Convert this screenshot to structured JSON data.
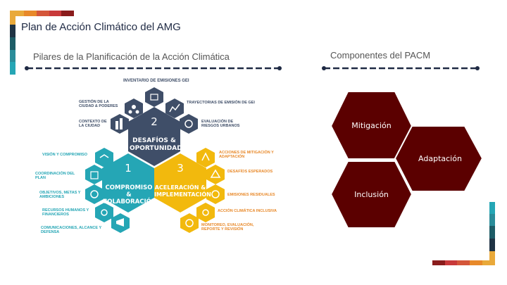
{
  "header": {
    "title": "Plan de Acción Climático del AMG"
  },
  "left_section": {
    "heading": "Pilares de la Planificación de la Acción Climática",
    "diagram": {
      "top_label": "INVENTARIO DE EMISIONES GEI",
      "pillar_2": {
        "number": "2",
        "title_line1": "DESAFÍOS &",
        "title_line2": "OPORTUNIDADES"
      },
      "pillar_1": {
        "number": "1",
        "title_line1": "COMPROMISO &",
        "title_line2": "COLABORACIÓN"
      },
      "pillar_3": {
        "number": "3",
        "title_line1": "ACELERACIÓN &",
        "title_line2": "IMPLEMENTACIÓN"
      },
      "labels_2_left": [
        "GESTIÓN DE LA CIUDAD & PODERES",
        "CONTEXTO DE LA CIUDAD"
      ],
      "labels_2_right": [
        "TRAYECTORIAS DE EMISIÓN DE GEI",
        "EVALUACIÓN DE RIESGOS URBANOS"
      ],
      "labels_1": [
        "VISIÓN Y COMPROMISO",
        "COORDINACIÓN DEL PLAN",
        "OBJETIVOS, METAS Y AMBICIONES",
        "RECURSOS HUMANOS Y FINANCIEROS",
        "COMUNICACIONES, ALCANCE Y DEFENSA"
      ],
      "labels_3": [
        "ACCIONES DE MITIGACIÓN Y ADAPTACIÓN",
        "DESAFÍOS ESPERADOS",
        "EMISIONES RESIDUALES",
        "ACCIÓN CLIMÁTICA INCLUSIVA",
        "MONITOREO, EVALUACIÓN, REPORTE Y REVISIÓN"
      ]
    }
  },
  "right_section": {
    "heading": "Componentes del PACM",
    "components": [
      "Mitigación",
      "Adaptación",
      "Inclusión"
    ]
  },
  "colors": {
    "dark_red": "#5b0000",
    "navy": "#1f2a44",
    "slate": "#3f4e68",
    "teal": "#25a6b5",
    "gold": "#f2b90d",
    "orange": "#e8892a",
    "red": "#c8393a",
    "dark_teal": "#1d5c66"
  }
}
